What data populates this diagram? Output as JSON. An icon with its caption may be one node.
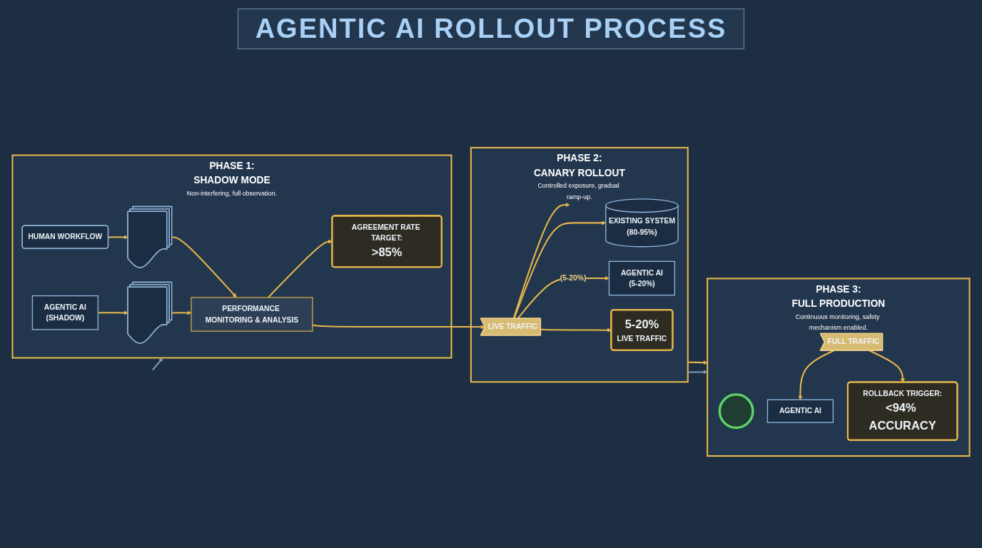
{
  "diagram": {
    "title": "AGENTIC AI ROLLOUT PROCESS",
    "nodes": [
      {
        "text": [
          "PHASE 1:",
          "SHADOW MODE",
          "Non-interfering, full observation."
        ]
      },
      {
        "text": [
          "HUMAN WORKFLOW"
        ],
        "in": 0
      },
      {
        "text": [],
        "shape": "document",
        "in": 0
      },
      {
        "text": [
          "AGENTIC AI",
          "(SHADOW)"
        ],
        "in": 0
      },
      {
        "text": [],
        "shape": "document",
        "in": 0
      },
      {
        "text": [
          "PERFORMANCE MONITORING & ANALYSIS"
        ],
        "in": 0
      },
      {
        "text": [
          "AGREEMENT RATE TARGET:",
          ">85%"
        ],
        "in": 0
      },
      {
        "text": [
          "PHASE 2:",
          "CANARY ROLLOUT",
          "Controlled exposure, gradual ramp-up."
        ]
      },
      {
        "text": [
          "LIVE TRAFFIC"
        ],
        "in": 7
      },
      {
        "text": [
          "EXISTING SYSTEM",
          "(80-95%)"
        ],
        "in": 7
      },
      {
        "text": [
          "AGENTIC AI",
          "(5-20%)"
        ],
        "in": 7
      },
      {
        "text": [
          "5-20%",
          "LIVE TRAFFIC"
        ],
        "in": 7
      },
      {
        "text": [
          "PHASE 3:",
          "FULL PRODUCTION",
          "Continuous monitoring, safety mechanism enabled."
        ]
      },
      {
        "text": [],
        "shape": "circle",
        "in": 12
      },
      {
        "text": [
          "FULL TRAFFIC"
        ],
        "in": 12
      },
      {
        "text": [
          "AGENTIC AI"
        ],
        "in": 12
      },
      {
        "text": [
          "ROLLBACK TRIGGER:",
          "<94% ACCURACY"
        ],
        "in": 12
      }
    ],
    "edges": [
      {
        "from": 1,
        "to": 2,
        "arrow": "to"
      },
      {
        "from": 3,
        "to": 4,
        "arrow": "to"
      },
      {
        "from": 2,
        "to": 5,
        "arrow": "to"
      },
      {
        "from": 4,
        "to": 5,
        "arrow": "to"
      },
      {
        "from": 5,
        "to": 6,
        "arrow": "to"
      },
      {
        "from": null,
        "to": 0,
        "arrow": "to",
        "color": "#7f9bb8"
      },
      {
        "from": 5,
        "to": 8,
        "arrow": "to"
      },
      {
        "from": 8,
        "to": 9,
        "arrow": "to"
      },
      {
        "from": 8,
        "to": null,
        "arrow": "to"
      },
      {
        "from": 8,
        "to": 10,
        "label": "(5-20%)",
        "arrow": "to"
      },
      {
        "from": 8,
        "to": 11,
        "arrow": "to"
      },
      {
        "from": 7,
        "to": 12,
        "arrow": "to"
      },
      {
        "from": 7,
        "to": 12,
        "arrow": "to",
        "color": "#7f9bb8"
      },
      {
        "from": 14,
        "to": 15,
        "arrow": "to"
      },
      {
        "from": 14,
        "to": 16,
        "arrow": "to"
      }
    ]
  }
}
